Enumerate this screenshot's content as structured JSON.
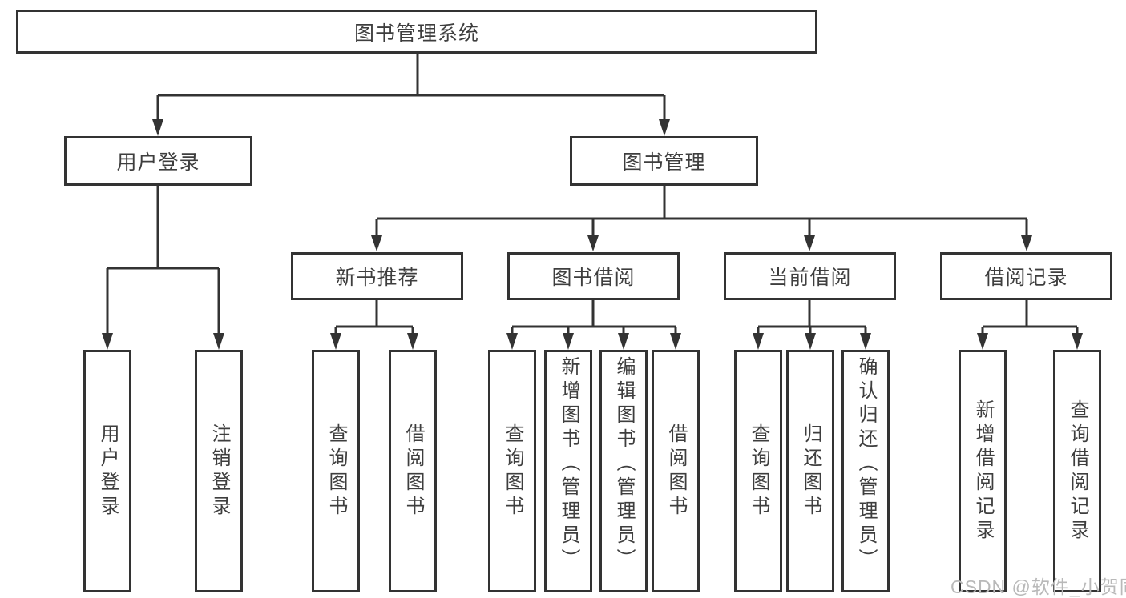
{
  "tree": {
    "root": {
      "label": "图书管理系统"
    },
    "branches": [
      {
        "label": "用户登录",
        "children": [
          {
            "label": "用户登录"
          },
          {
            "label": "注销登录"
          }
        ]
      },
      {
        "label": "图书管理",
        "children": [
          {
            "label": "新书推荐",
            "children": [
              {
                "label": "查询图书"
              },
              {
                "label": "借阅图书"
              }
            ]
          },
          {
            "label": "图书借阅",
            "children": [
              {
                "label": "查询图书"
              },
              {
                "label": "新增图书（管理员）"
              },
              {
                "label": "编辑图书（管理员）"
              },
              {
                "label": "借阅图书"
              }
            ]
          },
          {
            "label": "当前借阅",
            "children": [
              {
                "label": "查询图书"
              },
              {
                "label": "归还图书"
              },
              {
                "label": "确认归还（管理员）"
              }
            ]
          },
          {
            "label": "借阅记录",
            "children": [
              {
                "label": "新增借阅记录"
              },
              {
                "label": "查询借阅记录"
              }
            ]
          }
        ]
      }
    ]
  },
  "watermark": "CSDN @软件_小贺同学",
  "colors": {
    "line": "#333333",
    "text": "#3e3e3e",
    "watermark": "#b9b9b9",
    "background": "#ffffff"
  }
}
